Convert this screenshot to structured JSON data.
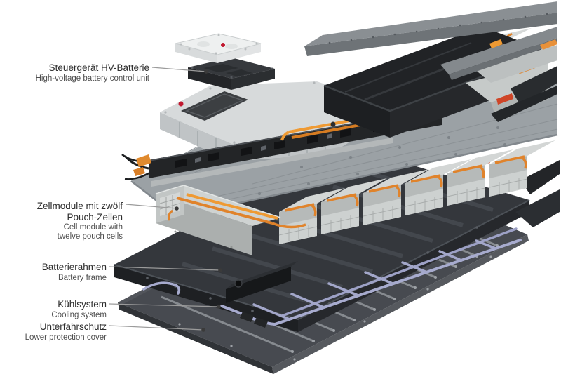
{
  "figure": {
    "background": "#ffffff",
    "labels": [
      {
        "id": "control-unit",
        "de_lines": [
          "Steuergerät HV-Batterie"
        ],
        "en_lines": [
          "High-voltage battery control unit"
        ]
      },
      {
        "id": "cell-module",
        "de_lines": [
          "Zellmodule mit zwölf",
          "Pouch-Zellen"
        ],
        "en_lines": [
          "Cell module with",
          "twelve pouch cells"
        ]
      },
      {
        "id": "battery-frame",
        "de_lines": [
          "Batterierahmen"
        ],
        "en_lines": [
          "Battery frame"
        ]
      },
      {
        "id": "cooling-system",
        "de_lines": [
          "Kühlsystem"
        ],
        "en_lines": [
          "Cooling system"
        ]
      },
      {
        "id": "lower-cover",
        "de_lines": [
          "Unterfahrschutz"
        ],
        "en_lines": [
          "Lower protection cover"
        ]
      }
    ],
    "components": [
      {
        "id": "upper-deck-top-cover",
        "color": "#8a8f93"
      },
      {
        "id": "upper-module-tray",
        "color": "#26282b"
      },
      {
        "id": "hv-control-unit-cover",
        "color": "#eef0f0"
      },
      {
        "id": "hv-control-unit",
        "color": "#2b2e31"
      },
      {
        "id": "cast-housing",
        "color": "#d7dadb"
      },
      {
        "id": "pack-top-cover",
        "color": "#9ba1a5"
      },
      {
        "id": "wiring-bus",
        "color": "#232527"
      },
      {
        "id": "busbar-accent",
        "color": "#e0832b"
      },
      {
        "id": "cell-modules",
        "color": "#b6bab9"
      },
      {
        "id": "battery-frame",
        "color": "#34373c"
      },
      {
        "id": "cooling-tubes",
        "color": "#a7abce"
      },
      {
        "id": "lower-protection-cover",
        "color": "#474a50"
      },
      {
        "id": "brand-mark",
        "color": "#c0182f"
      }
    ]
  }
}
